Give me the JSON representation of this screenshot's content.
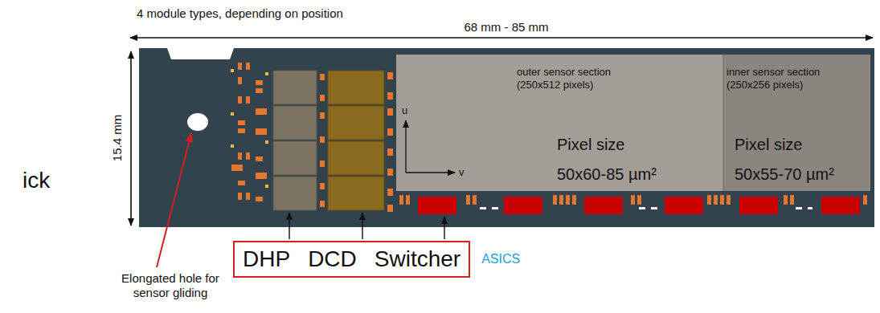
{
  "diagram": {
    "nodes": [
      {
        "text": [
          "outer sensor section (250x512 pixels)",
          "Pixel size",
          "50x60-85 µm²"
        ]
      },
      {
        "text": [
          "inner sensor section (250x256 pixels)",
          "Pixel size",
          "50x55-70 µm²"
        ]
      },
      {
        "text": [
          "DHP",
          "DCD",
          "Switcher"
        ]
      }
    ],
    "labels": [
      "4 module types, depending on position",
      "68 mm - 85 mm",
      "15.4 mm",
      "ick",
      "u",
      "v",
      "Elongated hole for sensor gliding",
      "ASICS"
    ]
  }
}
